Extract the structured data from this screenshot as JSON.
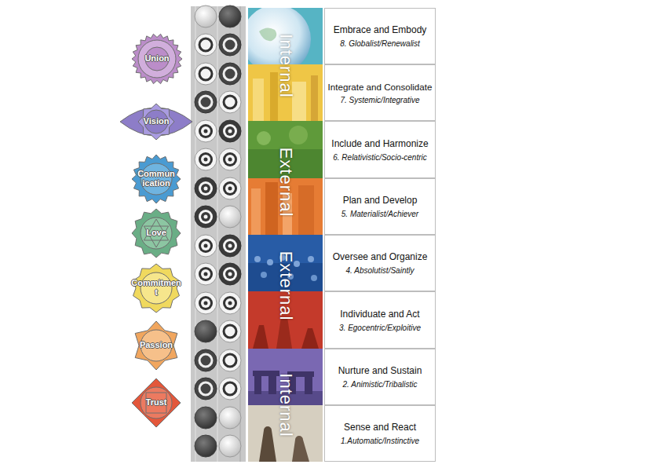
{
  "diagram": {
    "nodes": [
      {
        "text": [
          "Union"
        ]
      },
      {
        "text": [
          "Vision"
        ]
      },
      {
        "text": [
          "Communication"
        ]
      },
      {
        "text": [
          "Love"
        ]
      },
      {
        "text": [
          "Commitment"
        ]
      },
      {
        "text": [
          "Passion"
        ]
      },
      {
        "text": [
          "Trust"
        ]
      },
      {
        "text": [
          "Embrace and Embody",
          "8. Globalist/Renewalist"
        ]
      },
      {
        "text": [
          "Integrate and Consolidate",
          "7. Systemic/Integrative"
        ]
      },
      {
        "text": [
          "Include and Harmonize",
          "6. Relativistic/Socio-centric"
        ]
      },
      {
        "text": [
          "Plan and Develop",
          "5. Materialist/Achiever"
        ]
      },
      {
        "text": [
          "Oversee and Organize",
          "4. Absolutist/Saintly"
        ]
      },
      {
        "text": [
          "Individuate and Act",
          "3. Egocentric/Exploitive"
        ]
      },
      {
        "text": [
          "Nurture and Sustain",
          "2. Animistic/Tribalistic"
        ]
      },
      {
        "text": [
          "Sense and React",
          "1.Automatic/Instinctive"
        ]
      }
    ],
    "labels": [
      "Internal",
      "External",
      "External",
      "Internal"
    ]
  }
}
